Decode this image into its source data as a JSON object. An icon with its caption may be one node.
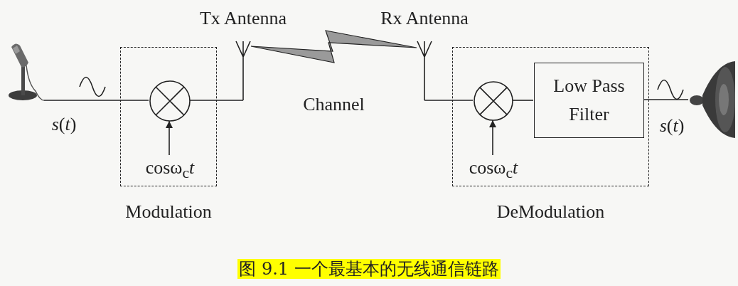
{
  "diagram": {
    "caption": "图 9.1 一个最基本的无线通信链路",
    "nodes": [
      {
        "text": [],
        "shape": "picture"
      },
      {
        "text": [
          "Modulation"
        ]
      },
      {
        "text": [],
        "shape": "circle",
        "in": 1
      },
      {
        "text": [
          "cosω$_{c}$*t*"
        ],
        "in": 1
      },
      {
        "text": [
          "Tx Antenna"
        ]
      },
      {
        "text": [
          "Rx Antenna"
        ]
      },
      {
        "text": [
          "DeModulation"
        ]
      },
      {
        "text": [],
        "shape": "circle",
        "in": 6
      },
      {
        "text": [
          "cosω$_{c}$*t*"
        ],
        "in": 6
      },
      {
        "text": [
          "Low Pass Filter"
        ],
        "in": 6
      },
      {
        "text": [],
        "shape": "picture"
      }
    ],
    "edges": [
      {
        "from": 0,
        "to": 2,
        "arrow": "none"
      },
      {
        "from": 2,
        "to": 4,
        "arrow": "none"
      },
      {
        "from": 4,
        "to": 5,
        "arrow": "none",
        "label": "Channel"
      },
      {
        "from": 5,
        "to": 7,
        "arrow": "none"
      },
      {
        "from": 7,
        "to": 9,
        "arrow": "none"
      },
      {
        "from": 9,
        "to": 10,
        "arrow": "none"
      },
      {
        "from": 3,
        "to": 2,
        "arrow": "to"
      },
      {
        "from": 8,
        "to": 7,
        "arrow": "to"
      }
    ],
    "labels": [
      "*s*(*t*)",
      "*s*(*t*)"
    ]
  }
}
